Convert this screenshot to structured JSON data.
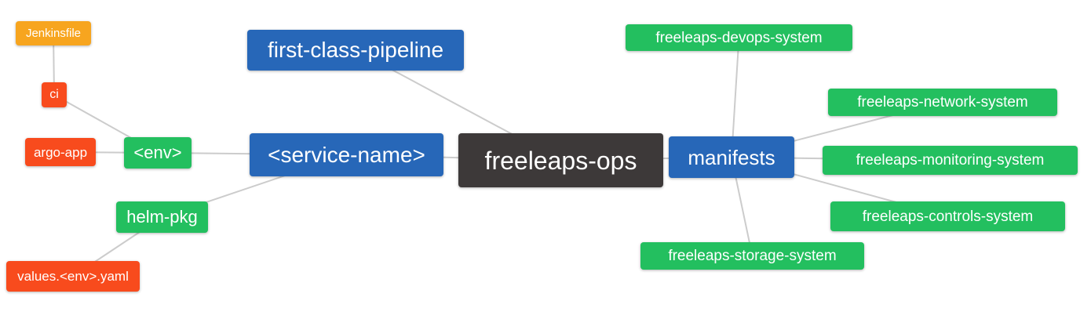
{
  "diagram": {
    "title": "freeleaps-ops repository mind map",
    "palette": {
      "blue": "#2767B8",
      "green": "#23BF5F",
      "red": "#F84B1D",
      "orange": "#F7A51F",
      "dark": "#3D3939",
      "line": "#CCCCCC",
      "background": "#FFFFFF",
      "text": "#FFFFFF"
    },
    "nodes": [
      {
        "id": "jenkinsfile",
        "label": "Jenkinsfile",
        "role": "orange"
      },
      {
        "id": "ci",
        "label": "ci",
        "role": "red"
      },
      {
        "id": "argo-app",
        "label": "argo-app",
        "role": "red"
      },
      {
        "id": "env",
        "label": "<env>",
        "role": "green"
      },
      {
        "id": "first-class-pipeline",
        "label": "first-class-pipeline",
        "role": "blue"
      },
      {
        "id": "service-name",
        "label": "<service-name>",
        "role": "blue"
      },
      {
        "id": "helm-pkg",
        "label": "helm-pkg",
        "role": "green"
      },
      {
        "id": "values-env-yaml",
        "label": "values.<env>.yaml",
        "role": "red"
      },
      {
        "id": "freeleaps-ops",
        "label": "freeleaps-ops",
        "role": "dark"
      },
      {
        "id": "manifests",
        "label": "manifests",
        "role": "blue"
      },
      {
        "id": "freeleaps-devops-system",
        "label": "freeleaps-devops-system",
        "role": "green"
      },
      {
        "id": "freeleaps-network-system",
        "label": "freeleaps-network-system",
        "role": "green"
      },
      {
        "id": "freeleaps-monitoring-system",
        "label": "freeleaps-monitoring-system",
        "role": "green"
      },
      {
        "id": "freeleaps-controls-system",
        "label": "freeleaps-controls-system",
        "role": "green"
      },
      {
        "id": "freeleaps-storage-system",
        "label": "freeleaps-storage-system",
        "role": "green"
      }
    ],
    "edges": [
      [
        "jenkinsfile",
        "ci"
      ],
      [
        "ci",
        "env"
      ],
      [
        "argo-app",
        "env"
      ],
      [
        "env",
        "service-name"
      ],
      [
        "helm-pkg",
        "service-name"
      ],
      [
        "values-env-yaml",
        "helm-pkg"
      ],
      [
        "first-class-pipeline",
        "freeleaps-ops"
      ],
      [
        "service-name",
        "freeleaps-ops"
      ],
      [
        "freeleaps-ops",
        "manifests"
      ],
      [
        "manifests",
        "freeleaps-devops-system"
      ],
      [
        "manifests",
        "freeleaps-network-system"
      ],
      [
        "manifests",
        "freeleaps-monitoring-system"
      ],
      [
        "manifests",
        "freeleaps-controls-system"
      ],
      [
        "manifests",
        "freeleaps-storage-system"
      ]
    ]
  }
}
